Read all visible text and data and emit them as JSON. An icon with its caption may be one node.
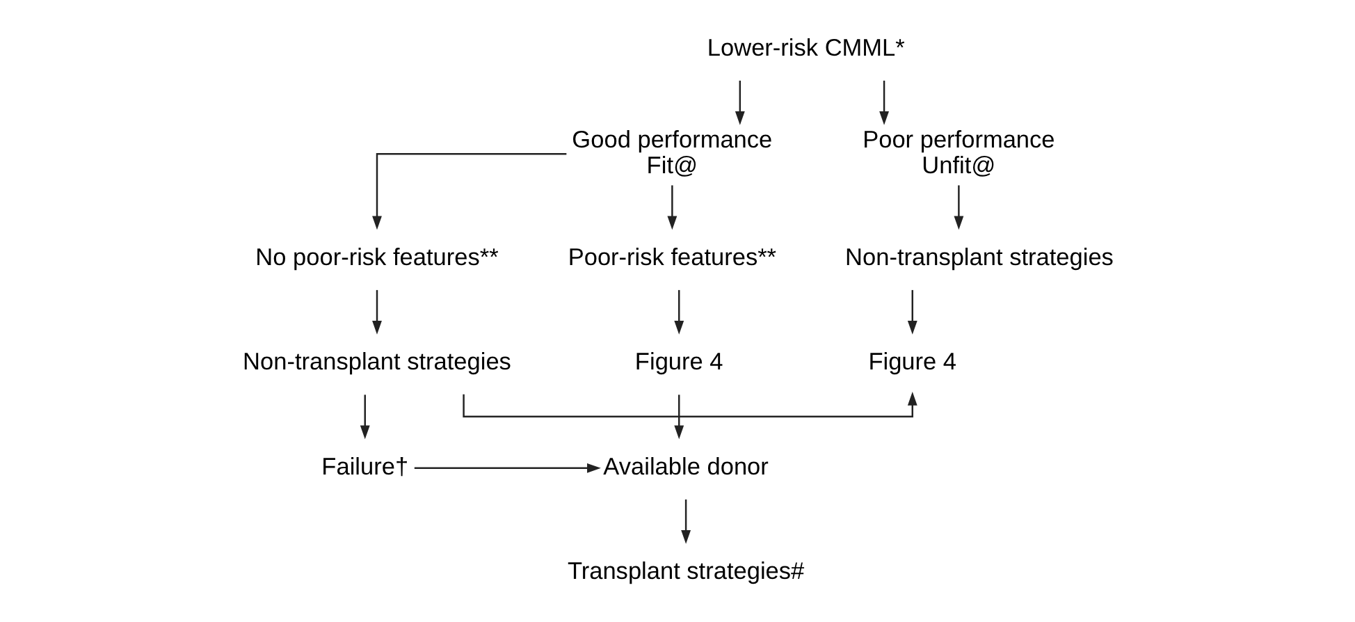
{
  "diagram": {
    "nodes": [
      {
        "text": [
          "Lower-risk CMML*"
        ]
      },
      {
        "text": [
          "Poor performance",
          "Unfit@"
        ]
      },
      {
        "text": [
          "Good performance",
          "Fit@"
        ]
      },
      {
        "text": [
          "Non-transplant strategies"
        ]
      },
      {
        "text": [
          "Figure 4"
        ]
      },
      {
        "text": [
          "No poor-risk features**"
        ]
      },
      {
        "text": [
          "Poor-risk features**"
        ]
      },
      {
        "text": [
          "Non-transplant strategies"
        ]
      },
      {
        "text": [
          "Figure 4"
        ]
      },
      {
        "text": [
          "Failure†"
        ]
      },
      {
        "text": [
          "Available donor"
        ]
      },
      {
        "text": [
          "Transplant strategies#"
        ]
      }
    ],
    "edges": [
      {
        "from": 0,
        "to": 1,
        "arrow": "to"
      },
      {
        "from": 0,
        "to": 2,
        "arrow": "to"
      },
      {
        "from": 1,
        "to": 3,
        "arrow": "to"
      },
      {
        "from": 3,
        "to": 4,
        "arrow": "to"
      },
      {
        "from": 2,
        "to": 5,
        "arrow": "to"
      },
      {
        "from": 2,
        "to": 6,
        "arrow": "to"
      },
      {
        "from": 5,
        "to": 7,
        "arrow": "to"
      },
      {
        "from": 6,
        "to": 8,
        "arrow": "to"
      },
      {
        "from": 7,
        "to": 4,
        "arrow": "to"
      },
      {
        "from": 7,
        "to": 9,
        "arrow": "to"
      },
      {
        "from": 8,
        "to": 10,
        "arrow": "to"
      },
      {
        "from": 9,
        "to": 10,
        "arrow": "to"
      },
      {
        "from": 10,
        "to": 11,
        "arrow": "to"
      }
    ]
  }
}
